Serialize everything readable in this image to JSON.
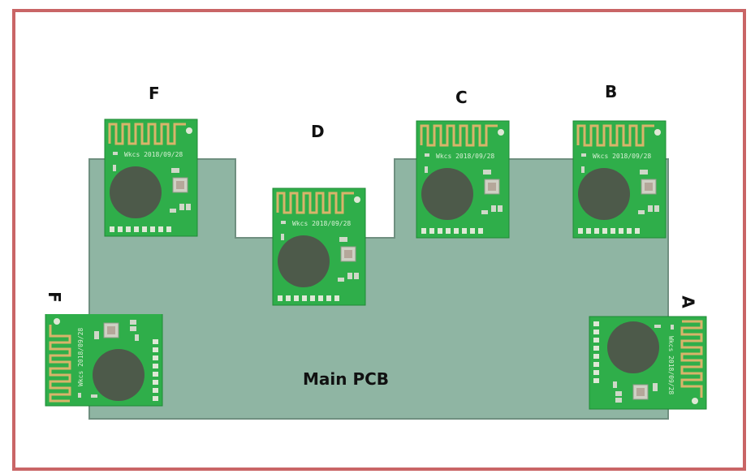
{
  "main_board": {
    "label": "Main PCB",
    "color": "#8fb5a3"
  },
  "module_color": "#2fae4a",
  "module_print": "Wkcs 2018/09/28",
  "modules": [
    {
      "id": "F",
      "label": "F"
    },
    {
      "id": "D",
      "label": "D"
    },
    {
      "id": "C",
      "label": "C"
    },
    {
      "id": "B",
      "label": "B"
    },
    {
      "id": "F-side",
      "label": "F"
    },
    {
      "id": "A",
      "label": "A"
    }
  ],
  "colors": {
    "frame": "#c96566",
    "antenna": "#d8b46a",
    "chip_blob": "#4d5a4a"
  }
}
